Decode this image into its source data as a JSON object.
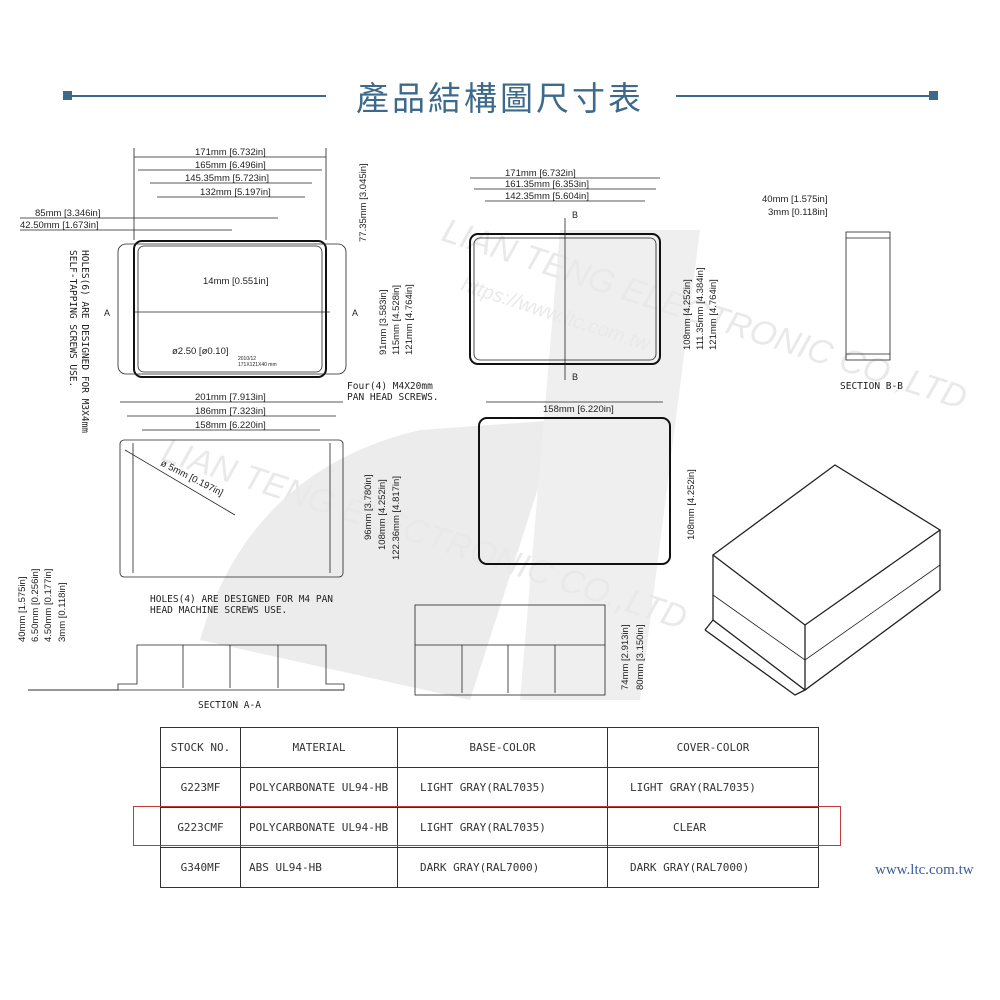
{
  "title": "產品結構圖尺寸表",
  "accent_color": "#3d6a8a",
  "highlight_color": "#c0393b",
  "watermark": [
    "LIAN TENG ELECTRONIC CO.,LTD",
    "https://www.ltc.com.tw"
  ],
  "top_view": {
    "dims": [
      "171mm [6.732in]",
      "165mm [6.496in]",
      "145.35mm [5.723in]",
      "132mm [5.197in]",
      "85mm [3.346in]",
      "42.50mm [1.673in]",
      "14mm [0.551in]",
      "77.35mm [3.045in]",
      "91mm [3.583in]",
      "115mm [4.528in]",
      "121mm [4.764in]",
      "ø2.50 [ø0.10]"
    ],
    "section_mark": "A",
    "label_date": "2010/12",
    "label_size": "171X121X40 mm",
    "note_screws": [
      "Four(4) M4X20mm",
      "PAN HEAD SCREWS."
    ],
    "note_holes": [
      "HOLES(6) ARE DESIGNED FOR M3X4mm",
      "SELF-TAPPING SCREWS USE."
    ]
  },
  "bottom_view": {
    "dims": [
      "201mm [7.913in]",
      "186mm [7.323in]",
      "158mm [6.220in]",
      "ø 5mm [0.197in]",
      "96mm [3.780in]",
      "108mm [4.252in]",
      "122.36mm [4.817in]"
    ],
    "note_holes": [
      "HOLES(4) ARE DESIGNED FOR M4 PAN",
      "HEAD MACHINE SCREWS USE."
    ]
  },
  "section_a": {
    "dims": [
      "40mm [1.575in]",
      "6.50mm [0.256in]",
      "4.50mm [0.177in]",
      "3mm [0.118in]"
    ],
    "label": "SECTION A-A"
  },
  "cover_view": {
    "dims": [
      "171mm [6.732in]",
      "161.35mm [6.353in]",
      "142.35mm [5.604in]",
      "108mm [4.252in]",
      "111.35mm [4.384in]",
      "121mm [4.764in]"
    ],
    "section_mark": "B"
  },
  "section_b": {
    "dims": [
      "40mm [1.575in]",
      "3mm [0.118in]"
    ],
    "label": "SECTION B-B"
  },
  "lid_view": {
    "dims": [
      "158mm [6.220in]",
      "108mm [4.252in]"
    ]
  },
  "side_section": {
    "dims": [
      "74mm [2.913in]",
      "80mm [3.150in]"
    ]
  },
  "table": {
    "headers": [
      "STOCK NO.",
      "MATERIAL",
      "BASE-COLOR",
      "COVER-COLOR"
    ],
    "rows": [
      [
        "G223MF",
        "POLYCARBONATE UL94-HB",
        "LIGHT GRAY(RAL7035)",
        "LIGHT GRAY(RAL7035)"
      ],
      [
        "G223CMF",
        "POLYCARBONATE UL94-HB",
        "LIGHT GRAY(RAL7035)",
        "CLEAR"
      ],
      [
        "G340MF",
        "ABS UL94-HB",
        "DARK GRAY(RAL7000)",
        "DARK GRAY(RAL7000)"
      ]
    ],
    "highlighted_row": 1
  },
  "website": "www.ltc.com.tw"
}
